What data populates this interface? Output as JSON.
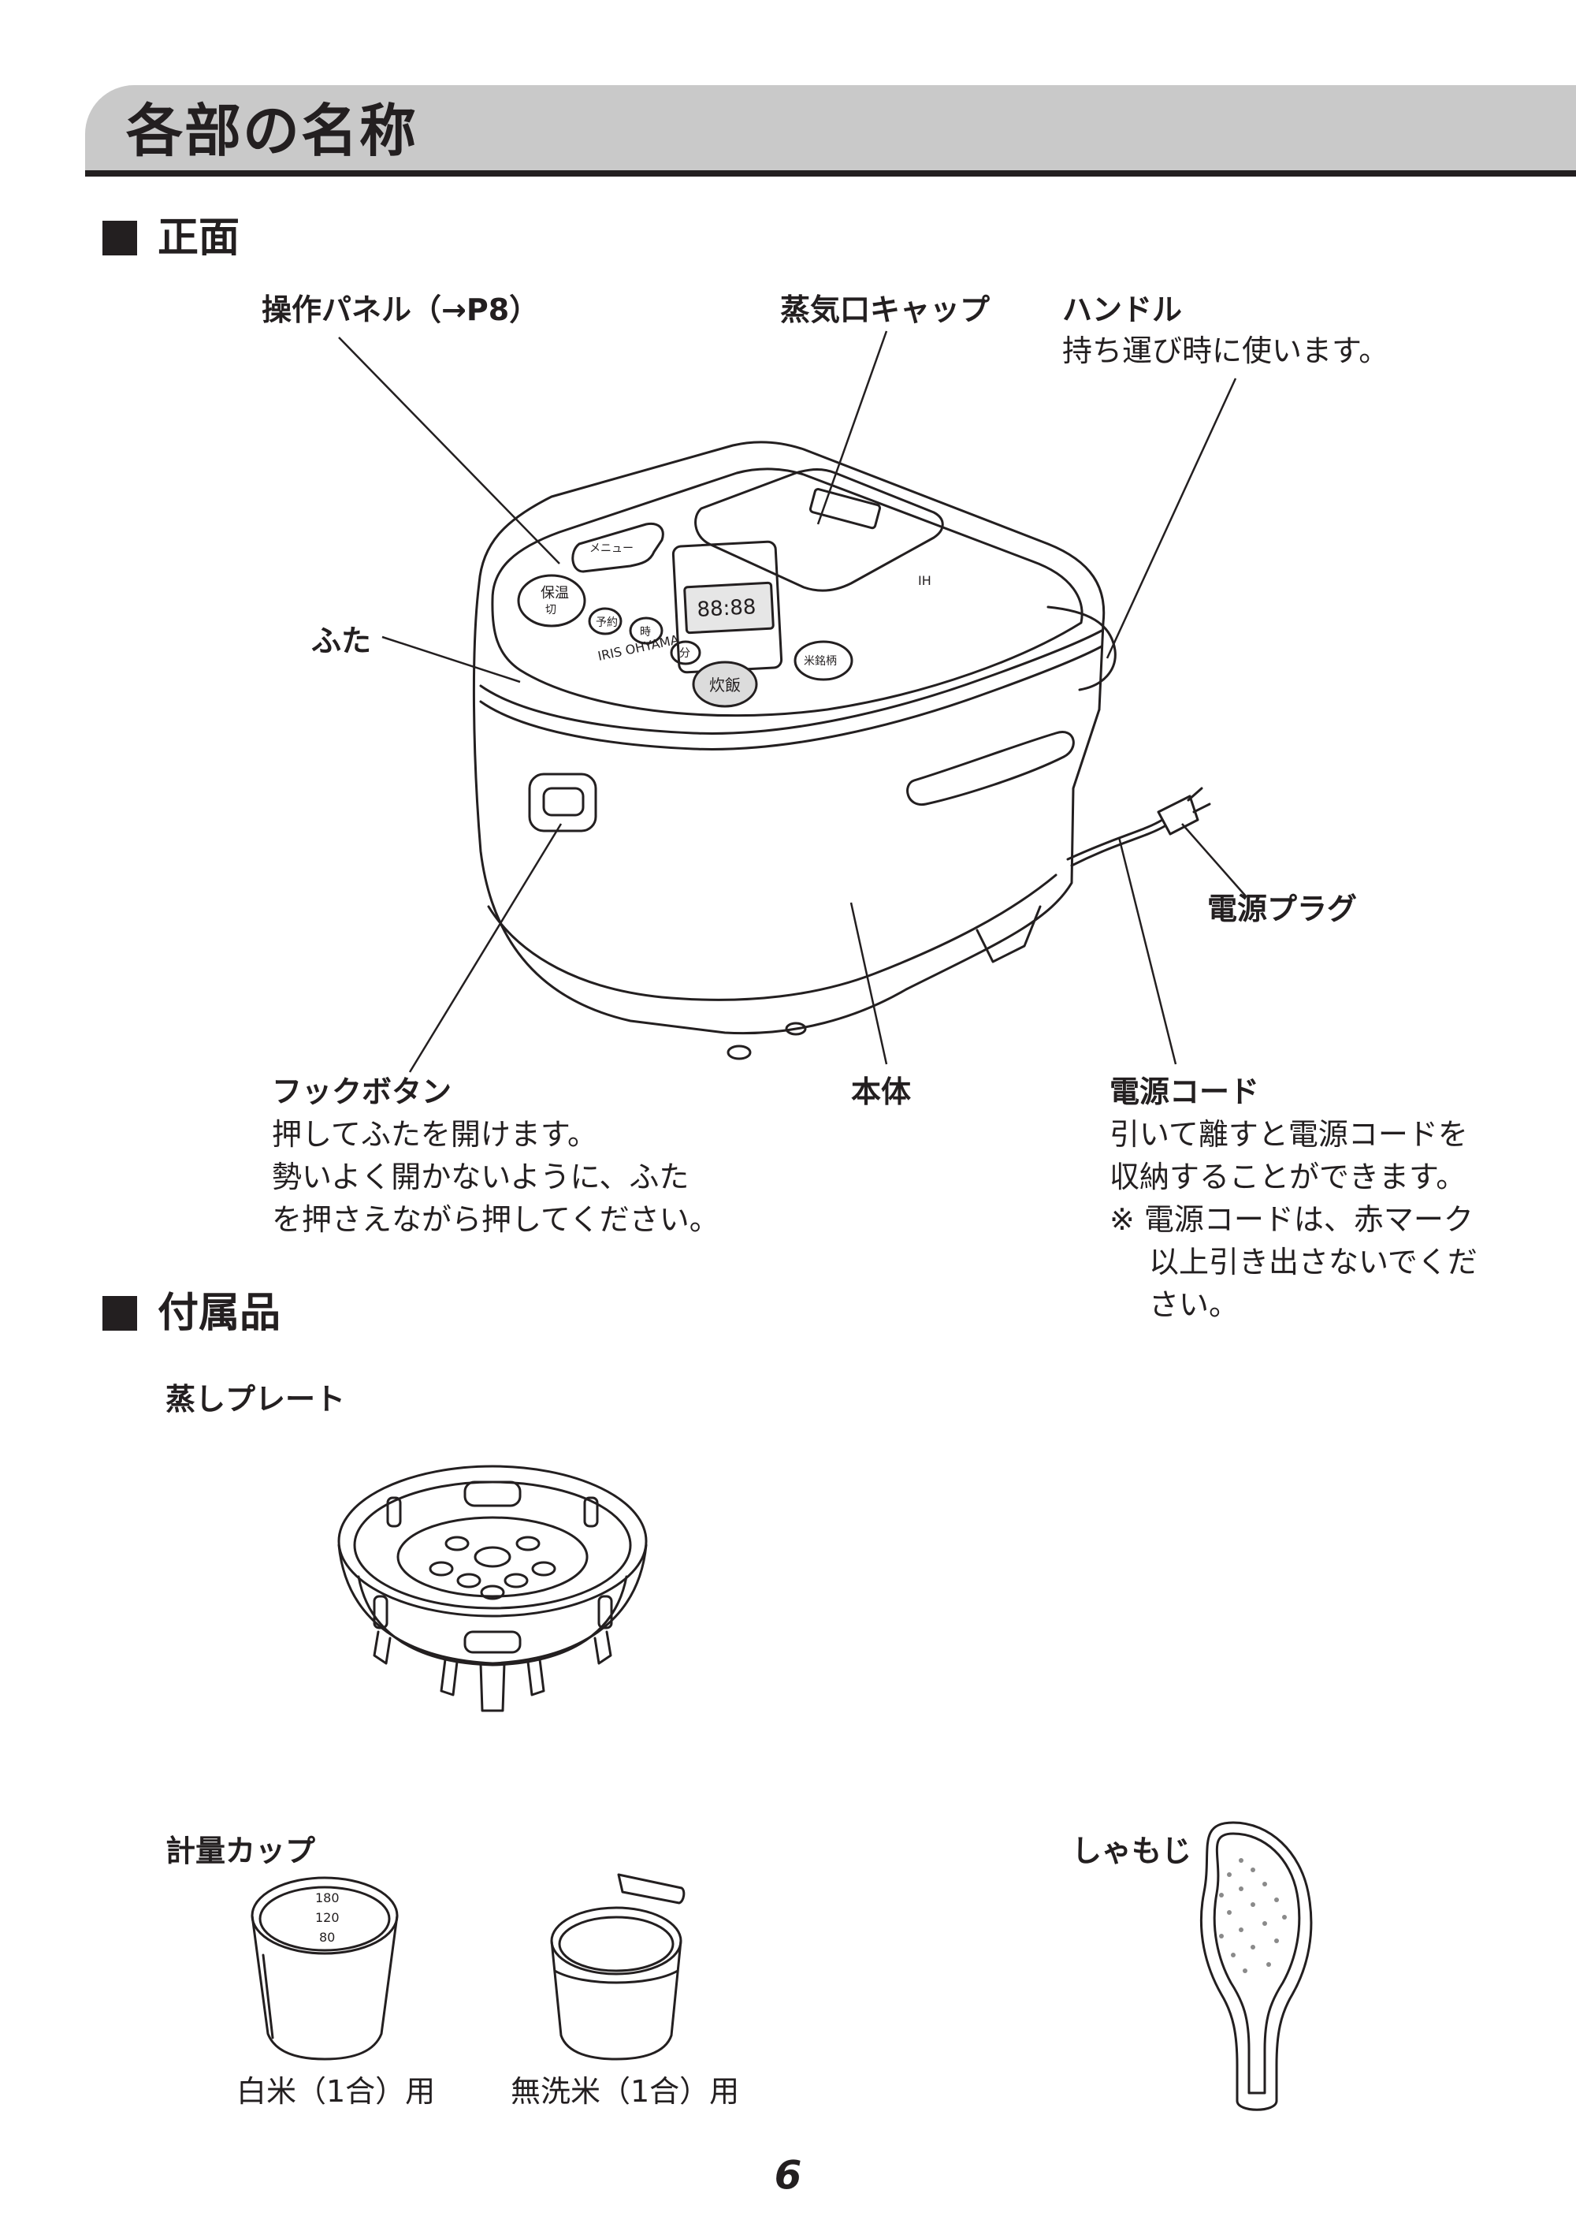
{
  "page_title": "各部の名称",
  "section_front": {
    "heading": "正面",
    "labels": {
      "panel": "操作パネル（→P8）",
      "steam_cap": "蒸気口キャップ",
      "handle": "ハンドル",
      "handle_desc": "持ち運び時に使います。",
      "lid": "ふた",
      "plug": "電源プラグ",
      "hook_button": "フックボタン",
      "hook_desc": [
        "押してふたを開けます。",
        "勢いよく開かないように、ふた",
        "を押さえながら押してください。"
      ],
      "body": "本体",
      "cord": "電源コード",
      "cord_desc": [
        "引いて離すと電源コードを",
        "収納することができます。"
      ],
      "cord_note": [
        "※ 電源コードは、赤マーク",
        "以上引き出さないでくだ",
        "さい。"
      ]
    },
    "device_text": {
      "brand": "IRIS OHYAMA",
      "ih": "IH",
      "display": "88:88",
      "btn_menu": "メニュー",
      "btn_keep": "保温",
      "btn_keep_sub": "切",
      "btn_timer": "予約",
      "btn_hour": "時",
      "btn_min": "分",
      "btn_cook": "炊飯",
      "btn_brand_rice": "米銘柄"
    }
  },
  "section_accessories": {
    "heading": "付属品",
    "steam_plate": "蒸しプレート",
    "measuring_cup": "計量カップ",
    "cup_white": "白米（1合）用",
    "cup_musenmai": "無洗米（1合）用",
    "cup_marks": [
      "180",
      "120",
      "80"
    ],
    "paddle": "しゃもじ"
  },
  "page_number": "6"
}
